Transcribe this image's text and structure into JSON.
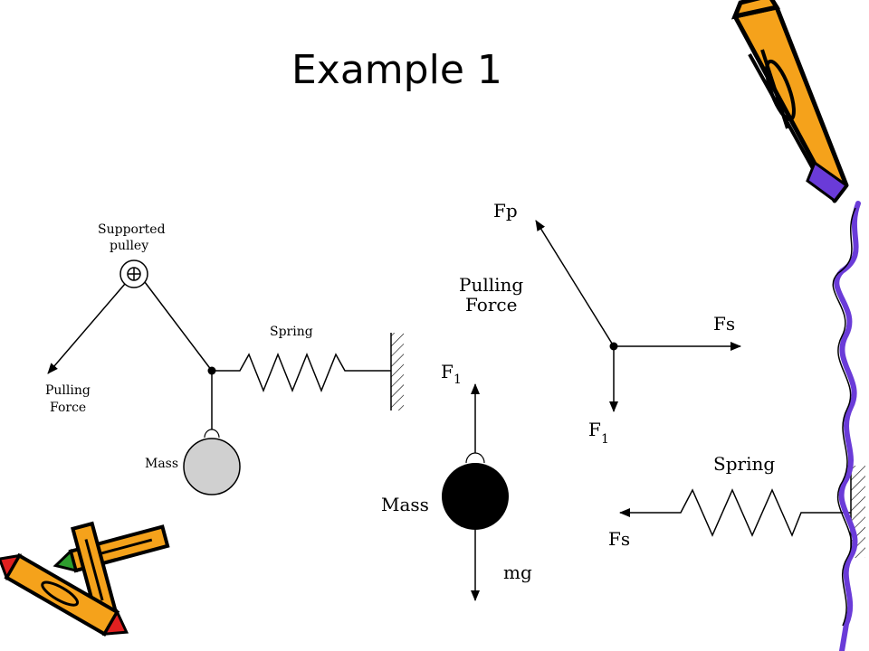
{
  "slide": {
    "title": "Example 1"
  },
  "diagram1": {
    "pulley_label_line1": "Supported",
    "pulley_label_line2": "pulley",
    "spring_label": "Spring",
    "pulling_force_line1": "Pulling",
    "pulling_force_line2": "Force",
    "mass_label": "Mass"
  },
  "diagram2": {
    "force_up_label": "F",
    "force_up_sub": "1",
    "mass_label": "Mass",
    "weight_label": "mg"
  },
  "diagram3": {
    "fp_label": "Fp",
    "pulling_force_line1": "Pulling",
    "pulling_force_line2": "Force",
    "fs_label": "Fs",
    "f1_label": "F",
    "f1_sub": "1"
  },
  "diagram4": {
    "spring_label": "Spring",
    "fs_label": "Fs"
  },
  "clipart": {
    "pencil_right": "pencil-icon",
    "pencils_left": "pencils-icon",
    "colors": {
      "orange": "#f5a21b",
      "purple": "#6a3bd8",
      "red": "#e02020",
      "green": "#2e9e2e"
    }
  }
}
